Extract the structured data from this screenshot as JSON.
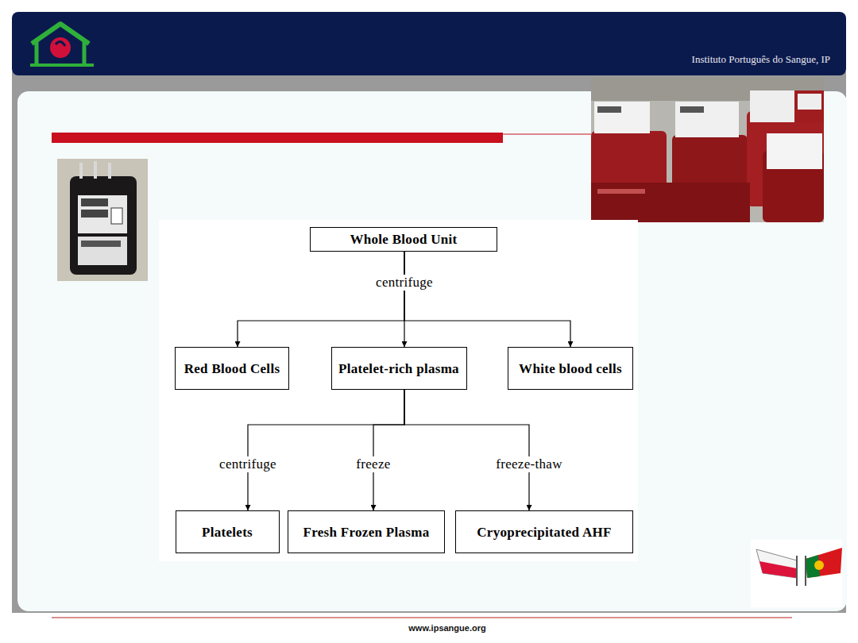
{
  "diagram": {
    "nodes": [
      {
        "text": [
          "Whole Blood Unit"
        ]
      },
      {
        "text": [
          "Red Blood Cells"
        ]
      },
      {
        "text": [
          "Platelet-rich plasma"
        ]
      },
      {
        "text": [
          "White blood cells"
        ]
      },
      {
        "text": [
          "Platelets"
        ]
      },
      {
        "text": [
          "Fresh Frozen Plasma"
        ]
      },
      {
        "text": [
          "Cryoprecipitated AHF"
        ]
      }
    ],
    "edges": [
      {
        "from": 0,
        "to": 1,
        "arrow": "to"
      },
      {
        "from": 0,
        "to": 2,
        "label": "centrifuge",
        "arrow": "to"
      },
      {
        "from": 0,
        "to": 3,
        "arrow": "to"
      },
      {
        "from": 2,
        "to": 4,
        "label": "centrifuge",
        "arrow": "to"
      },
      {
        "from": 2,
        "to": 5,
        "label": "freeze",
        "arrow": "to"
      },
      {
        "from": 2,
        "to": 6,
        "label": "freeze-thaw",
        "arrow": "to"
      }
    ],
    "labels": [
      "Instituto Português do Sangue, IP",
      "www.ipsangue.org"
    ]
  }
}
